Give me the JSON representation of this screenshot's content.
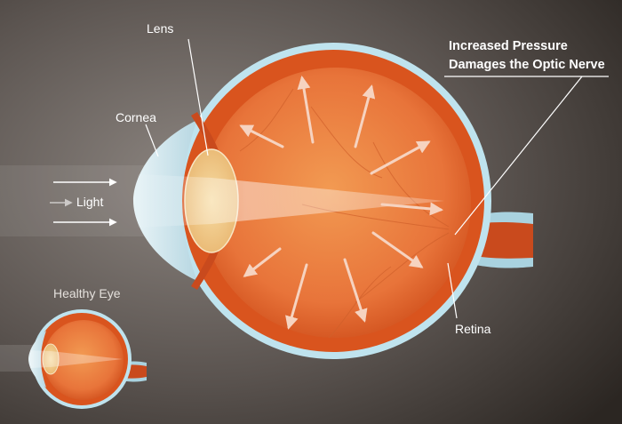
{
  "labels": {
    "lens": "Lens",
    "cornea": "Cornea",
    "light": "Light",
    "pressure_line1": "Increased Pressure",
    "pressure_line2": "Damages the Optic Nerve",
    "retina": "Retina",
    "healthy_eye": "Healthy Eye"
  },
  "colors": {
    "background_light": "#8c8580",
    "background_dark": "#2b2622",
    "sclera_outline": "#bfe3ee",
    "eyeball_outer": "#d9541e",
    "eyeball_inner": "#ee8a43",
    "lens": "#f2cc8a",
    "arrow": "#f6d3c0",
    "text": "#ffffff"
  }
}
